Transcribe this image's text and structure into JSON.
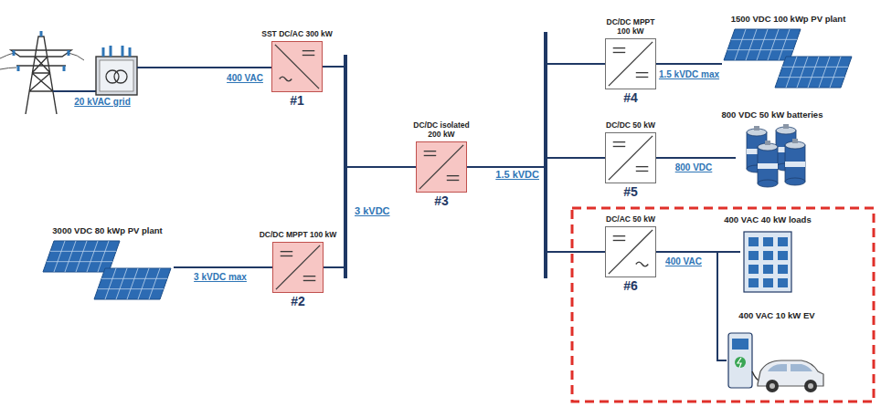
{
  "diagram": {
    "nodes": [
      {
        "text": [
          "SST DC/AC 300 kW",
          "#1"
        ]
      },
      {
        "text": [
          "3 kVDC"
        ]
      },
      {
        "text": [
          "3000 VDC 80 kWp PV plant"
        ]
      },
      {
        "text": [
          "DC/DC MPPT 100 kW",
          "#2"
        ]
      },
      {
        "text": [
          "DC/DC isolated 200 kW",
          "#3"
        ]
      },
      {
        "text": [
          "1.5 kVDC"
        ]
      },
      {
        "text": [
          "DC/DC MPPT 100 kW",
          "#4"
        ]
      },
      {
        "text": [
          "1500 VDC 100 kWp PV plant"
        ]
      },
      {
        "text": [
          "DC/DC 50 kW",
          "#5"
        ]
      },
      {
        "text": [
          "800 VDC 50 kW batteries"
        ]
      },
      {
        "text": [
          "DC/AC 50 kW",
          "#6"
        ]
      },
      {
        "text": [
          "400 VAC 40 kW loads"
        ]
      },
      {
        "text": [
          "400 VAC 10 kW EV"
        ]
      }
    ],
    "edges": [
      {
        "from": 0,
        "to": 1,
        "arrow": "none"
      },
      {
        "from": 2,
        "to": 3,
        "label": "3 kVDC max",
        "arrow": "none"
      },
      {
        "from": 3,
        "to": 1,
        "arrow": "none"
      },
      {
        "from": 1,
        "to": 4,
        "arrow": "none"
      },
      {
        "from": 4,
        "to": 5,
        "arrow": "none"
      },
      {
        "from": 5,
        "to": 6,
        "arrow": "none"
      },
      {
        "from": 6,
        "to": 7,
        "label": "1.5 kVDC max",
        "arrow": "none"
      },
      {
        "from": 5,
        "to": 8,
        "arrow": "none"
      },
      {
        "from": 8,
        "to": 9,
        "label": "800 VDC",
        "arrow": "none"
      },
      {
        "from": 5,
        "to": 10,
        "arrow": "none"
      },
      {
        "from": 10,
        "to": 11,
        "label": "400 VAC",
        "arrow": "none"
      },
      {
        "from": 10,
        "to": 12,
        "arrow": "none"
      }
    ],
    "labels": [
      "20 kVAC grid",
      "400 VAC"
    ]
  }
}
